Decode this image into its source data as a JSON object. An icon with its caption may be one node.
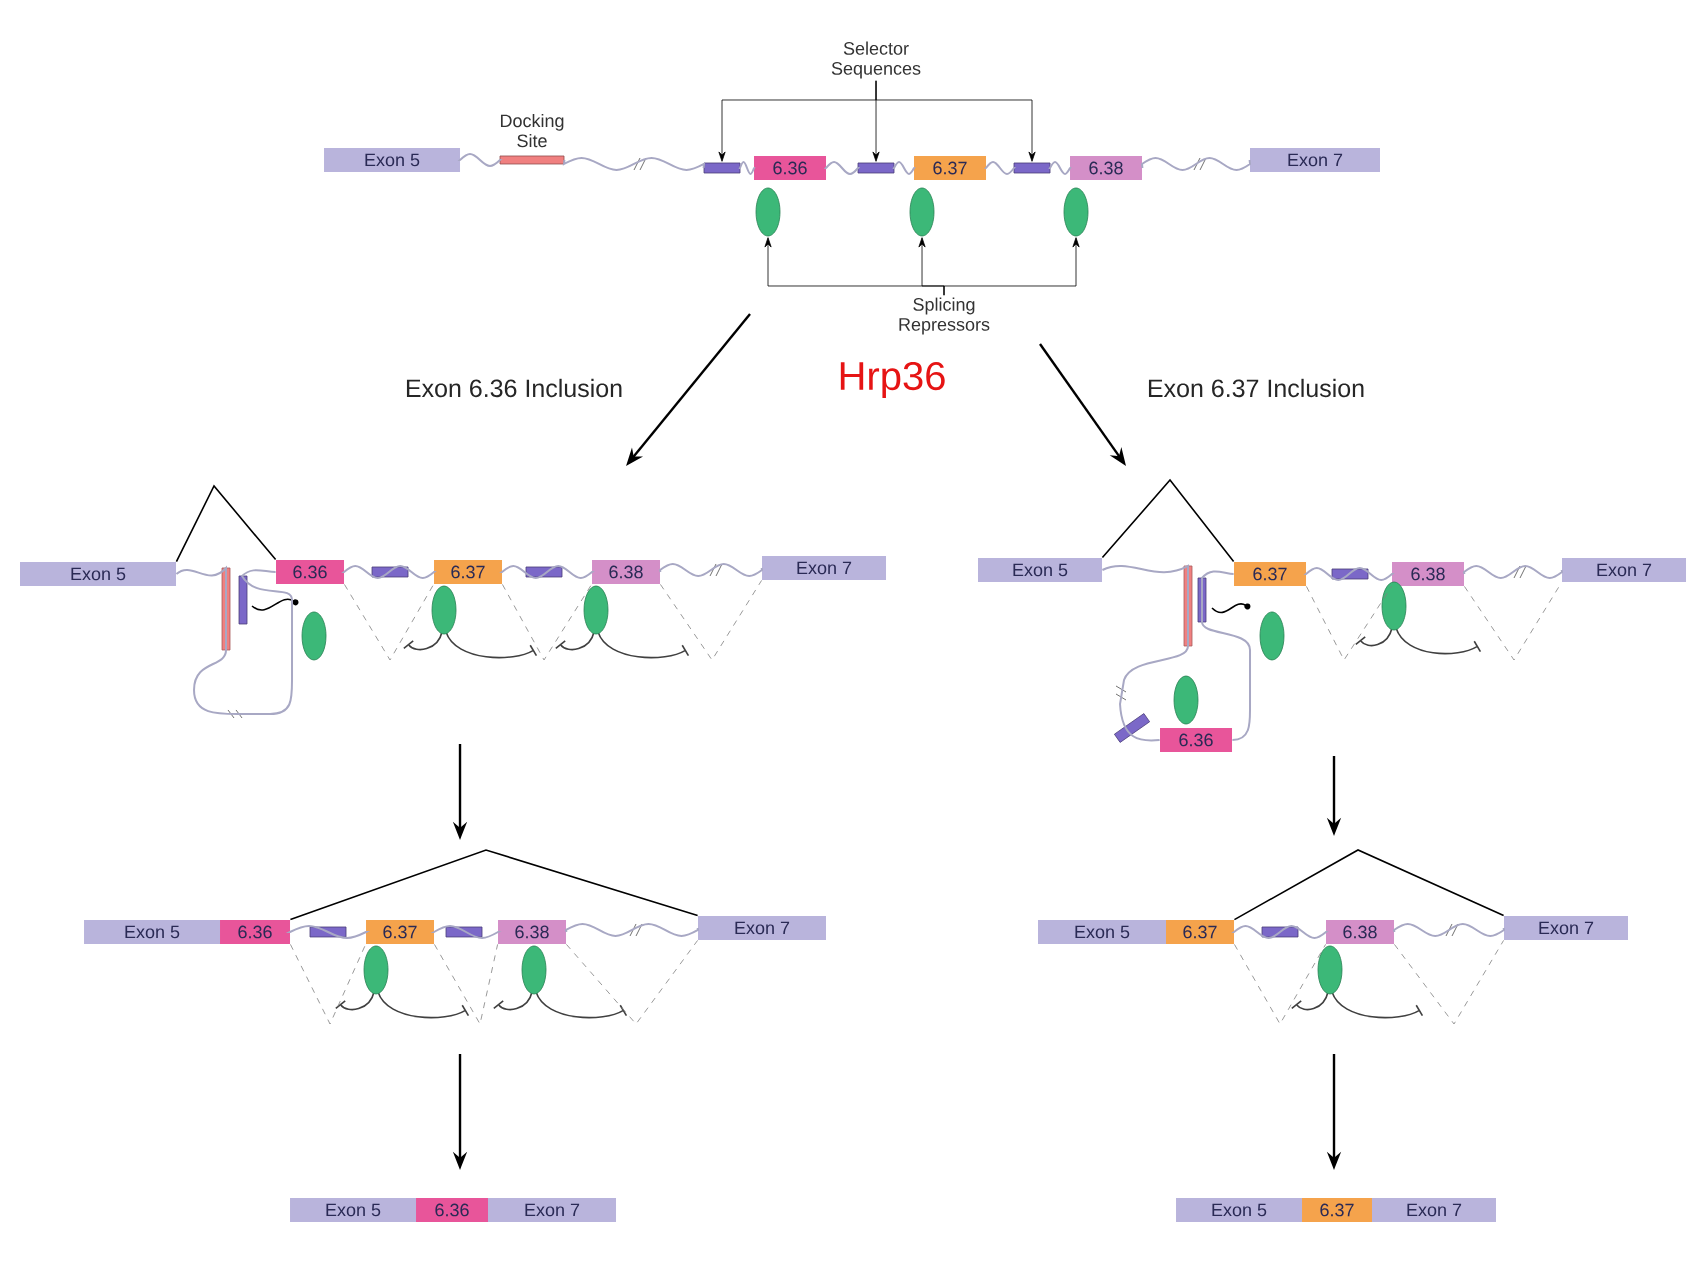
{
  "diagram": {
    "title": "Hrp36",
    "nodes": [
      {
        "text": [
          "Selector Sequences"
        ]
      },
      {
        "text": [
          "Exon 5"
        ]
      },
      {
        "text": [],
        "shape": "bar",
        "beside": [
          "Docking Site"
        ]
      },
      {
        "text": [],
        "shape": "bar"
      },
      {
        "text": [
          "6.36"
        ]
      },
      {
        "text": [],
        "shape": "bar"
      },
      {
        "text": [
          "6.37"
        ]
      },
      {
        "text": [],
        "shape": "bar"
      },
      {
        "text": [
          "6.38"
        ]
      },
      {
        "text": [
          "Exon 7"
        ]
      },
      {
        "text": [],
        "shape": "ellipse"
      },
      {
        "text": [],
        "shape": "ellipse"
      },
      {
        "text": [],
        "shape": "ellipse"
      },
      {
        "text": [
          "Splicing Repressors"
        ]
      },
      {
        "text": [
          "Exon 5"
        ]
      },
      {
        "text": [
          "6.36"
        ]
      },
      {
        "text": [
          "6.37"
        ]
      },
      {
        "text": [
          "6.38"
        ]
      },
      {
        "text": [
          "Exon 7"
        ]
      },
      {
        "text": [],
        "shape": "ellipse"
      },
      {
        "text": [],
        "shape": "ellipse"
      },
      {
        "text": [],
        "shape": "ellipse"
      },
      {
        "text": [
          "Exon 5"
        ]
      },
      {
        "text": [
          "6.37"
        ]
      },
      {
        "text": [
          "6.38"
        ]
      },
      {
        "text": [
          "Exon 7"
        ]
      },
      {
        "text": [],
        "shape": "ellipse"
      },
      {
        "text": [],
        "shape": "ellipse"
      },
      {
        "text": [
          "6.36"
        ]
      },
      {
        "text": [],
        "shape": "ellipse"
      },
      {
        "text": [
          "Exon 5"
        ]
      },
      {
        "text": [
          "6.36"
        ]
      },
      {
        "text": [
          "6.37"
        ]
      },
      {
        "text": [
          "6.38"
        ]
      },
      {
        "text": [
          "Exon 7"
        ]
      },
      {
        "text": [],
        "shape": "ellipse"
      },
      {
        "text": [],
        "shape": "ellipse"
      },
      {
        "text": [
          "Exon 5"
        ]
      },
      {
        "text": [
          "6.37"
        ]
      },
      {
        "text": [
          "6.38"
        ]
      },
      {
        "text": [
          "Exon 7"
        ]
      },
      {
        "text": [],
        "shape": "ellipse"
      },
      {
        "text": [
          "Exon 5"
        ]
      },
      {
        "text": [
          "6.36"
        ]
      },
      {
        "text": [
          "Exon 7"
        ]
      },
      {
        "text": [
          "Exon 5"
        ]
      },
      {
        "text": [
          "6.37"
        ]
      },
      {
        "text": [
          "Exon 7"
        ]
      }
    ],
    "edges": [
      {
        "from": 0,
        "to": 3,
        "arrow": "to",
        "color": "#000000"
      },
      {
        "from": 0,
        "to": 5,
        "arrow": "to",
        "color": "#000000"
      },
      {
        "from": 0,
        "to": 7,
        "arrow": "to",
        "color": "#000000"
      },
      {
        "from": 13,
        "to": 10,
        "arrow": "to",
        "color": "#000000"
      },
      {
        "from": 13,
        "to": 11,
        "arrow": "to",
        "color": "#000000"
      },
      {
        "from": 13,
        "to": 12,
        "arrow": "to",
        "color": "#000000"
      },
      {
        "from": 14,
        "to": 15,
        "arrow": "none",
        "color": "#000000"
      },
      {
        "from": 15,
        "to": 16,
        "arrow": "none",
        "style": "dashed",
        "color": "#808080"
      },
      {
        "from": 16,
        "to": 17,
        "arrow": "none",
        "style": "dashed",
        "color": "#808080"
      },
      {
        "from": 17,
        "to": 18,
        "arrow": "none",
        "style": "dashed",
        "color": "#808080"
      },
      {
        "from": 22,
        "to": 23,
        "arrow": "none",
        "color": "#000000"
      },
      {
        "from": 23,
        "to": 24,
        "arrow": "none",
        "style": "dashed",
        "color": "#808080"
      },
      {
        "from": 24,
        "to": 25,
        "arrow": "none",
        "style": "dashed",
        "color": "#808080"
      },
      {
        "from": 31,
        "to": 34,
        "arrow": "none",
        "color": "#000000"
      },
      {
        "from": 31,
        "to": 32,
        "arrow": "none",
        "style": "dashed",
        "color": "#808080"
      },
      {
        "from": 32,
        "to": 33,
        "arrow": "none",
        "style": "dashed",
        "color": "#808080"
      },
      {
        "from": 33,
        "to": 34,
        "arrow": "none",
        "style": "dashed",
        "color": "#808080"
      },
      {
        "from": 38,
        "to": 40,
        "arrow": "none",
        "color": "#000000"
      },
      {
        "from": 38,
        "to": 39,
        "arrow": "none",
        "style": "dashed",
        "color": "#808080"
      },
      {
        "from": 39,
        "to": 40,
        "arrow": "none",
        "style": "dashed",
        "color": "#808080"
      },
      {
        "from": 1,
        "to": 2,
        "arrow": "none",
        "color": "#a8a8c4"
      },
      {
        "from": 2,
        "to": 3,
        "arrow": "none",
        "color": "#a8a8c4"
      },
      {
        "from": 3,
        "to": 4,
        "arrow": "none",
        "color": "#a8a8c4"
      },
      {
        "from": 4,
        "to": 5,
        "arrow": "none",
        "color": "#a8a8c4"
      },
      {
        "from": 5,
        "to": 6,
        "arrow": "none",
        "color": "#a8a8c4"
      },
      {
        "from": 6,
        "to": 7,
        "arrow": "none",
        "color": "#a8a8c4"
      },
      {
        "from": 7,
        "to": 8,
        "arrow": "none",
        "color": "#a8a8c4"
      },
      {
        "from": 8,
        "to": 9,
        "arrow": "none",
        "color": "#a8a8c4"
      },
      {
        "from": 14,
        "to": 15,
        "arrow": "none",
        "color": "#a8a8c4"
      },
      {
        "from": 15,
        "to": 16,
        "arrow": "none",
        "color": "#a8a8c4"
      },
      {
        "from": 16,
        "to": 17,
        "arrow": "none",
        "color": "#a8a8c4"
      },
      {
        "from": 17,
        "to": 18,
        "arrow": "none",
        "color": "#a8a8c4"
      },
      {
        "from": 22,
        "to": 28,
        "arrow": "none",
        "color": "#a8a8c4"
      },
      {
        "from": 28,
        "to": 23,
        "arrow": "none",
        "color": "#a8a8c4"
      },
      {
        "from": 23,
        "to": 24,
        "arrow": "none",
        "color": "#a8a8c4"
      },
      {
        "from": 24,
        "to": 25,
        "arrow": "none",
        "color": "#a8a8c4"
      },
      {
        "from": 31,
        "to": 32,
        "arrow": "none",
        "color": "#a8a8c4"
      },
      {
        "from": 32,
        "to": 33,
        "arrow": "none",
        "color": "#a8a8c4"
      },
      {
        "from": 33,
        "to": 34,
        "arrow": "none",
        "color": "#a8a8c4"
      },
      {
        "from": 38,
        "to": 39,
        "arrow": "none",
        "color": "#a8a8c4"
      },
      {
        "from": 39,
        "to": 40,
        "arrow": "none",
        "color": "#a8a8c4"
      }
    ],
    "labels": [
      "Exon 6.36 Inclusion",
      "Exon 6.37 Inclusion"
    ]
  }
}
